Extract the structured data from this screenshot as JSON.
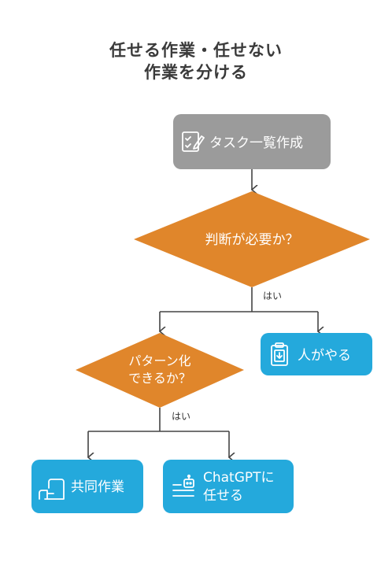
{
  "title": {
    "line1": "任せる作業・任せない",
    "line2": "作業を分ける"
  },
  "nodes": {
    "task_list": {
      "label": "タスク一覧作成",
      "icon": "checklist-pencil-icon",
      "color": "#9b9b9b"
    },
    "decision_needed": {
      "label": "判断が必要か？",
      "color": "#e0862b"
    },
    "human_does": {
      "label": "人がやる",
      "icon": "clipboard-download-icon",
      "color": "#24a9dc"
    },
    "decision_pattern": {
      "line1": "パターン化",
      "line2": "できるか？",
      "color": "#e0862b"
    },
    "joint_work": {
      "label": "共同作業",
      "icon": "handshake-icon",
      "color": "#24a9dc"
    },
    "chatgpt": {
      "line1": "ChatGPTに",
      "line2": "任せる",
      "icon": "robot-list-icon",
      "color": "#24a9dc"
    }
  },
  "edges": {
    "yes_label_1": "はい",
    "yes_label_2": "はい"
  },
  "colors": {
    "line": "#444444"
  }
}
